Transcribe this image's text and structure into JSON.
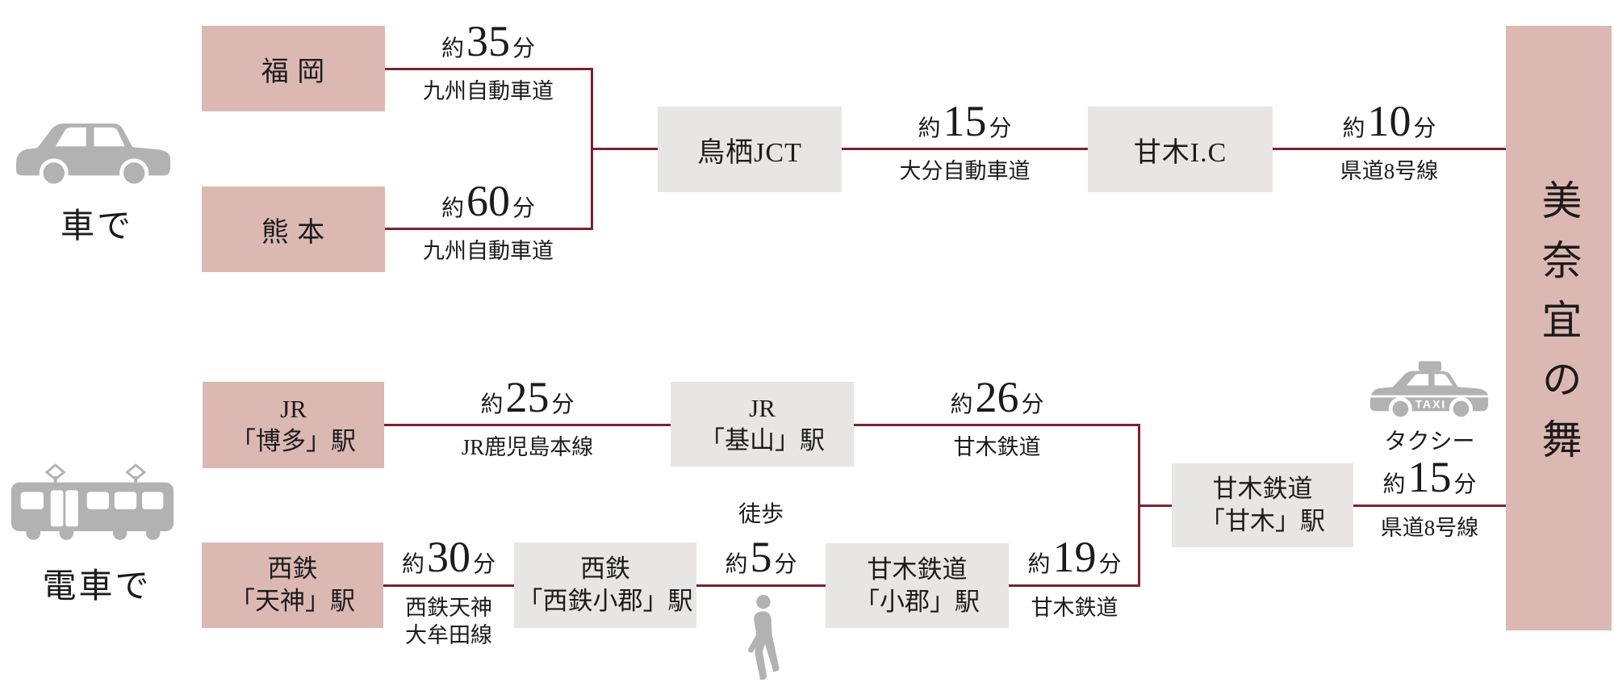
{
  "palette": {
    "pink": "#dcb8b3",
    "gray": "#e7e6e4",
    "line": "#7b2230",
    "icon_gray": "#b2b2b2",
    "text": "#1b1b1b"
  },
  "destination": {
    "label": "美奈宜の舞"
  },
  "car_section": {
    "label": "車で",
    "nodes": {
      "fukuoka": {
        "label": "福 岡"
      },
      "kumamoto": {
        "label": "熊 本"
      },
      "tosu_jct": {
        "label": "鳥栖JCT"
      },
      "amagi_ic": {
        "label": "甘木I.C"
      }
    },
    "links": {
      "fukuoka_tosu": {
        "approx": "約",
        "minutes": "35",
        "unit": "分",
        "road": "九州自動車道"
      },
      "kumamoto_tosu": {
        "approx": "約",
        "minutes": "60",
        "unit": "分",
        "road": "九州自動車道"
      },
      "tosu_amagi": {
        "approx": "約",
        "minutes": "15",
        "unit": "分",
        "road": "大分自動車道"
      },
      "amagi_dest": {
        "approx": "約",
        "minutes": "10",
        "unit": "分",
        "road": "県道8号線"
      }
    }
  },
  "train_section": {
    "label": "電車で",
    "nodes": {
      "jr_hakata": {
        "line1": "JR",
        "line2": "「博多」駅"
      },
      "jr_kiyama": {
        "line1": "JR",
        "line2": "「基山」駅"
      },
      "nishitetsu_tenjin": {
        "line1": "西鉄",
        "line2": "「天神」駅"
      },
      "nishitetsu_ogori": {
        "line1": "西鉄",
        "line2": "「西鉄小郡」駅"
      },
      "amagi_ogori": {
        "line1": "甘木鉄道",
        "line2": "「小郡」駅"
      },
      "amagi_station": {
        "line1": "甘木鉄道",
        "line2": "「甘木」駅"
      }
    },
    "links": {
      "hakata_kiyama": {
        "approx": "約",
        "minutes": "25",
        "unit": "分",
        "road": "JR鹿児島本線"
      },
      "kiyama_amagi": {
        "approx": "約",
        "minutes": "26",
        "unit": "分",
        "road": "甘木鉄道"
      },
      "tenjin_ogori": {
        "approx": "約",
        "minutes": "30",
        "unit": "分",
        "road_line1": "西鉄天神",
        "road_line2": "大牟田線"
      },
      "walk": {
        "label": "徒歩",
        "approx": "約",
        "minutes": "5",
        "unit": "分"
      },
      "ogori_amagi": {
        "approx": "約",
        "minutes": "19",
        "unit": "分",
        "road": "甘木鉄道"
      },
      "taxi": {
        "label": "タクシー",
        "sign": "TAXI",
        "approx": "約",
        "minutes": "15",
        "unit": "分",
        "road": "県道8号線"
      }
    }
  }
}
